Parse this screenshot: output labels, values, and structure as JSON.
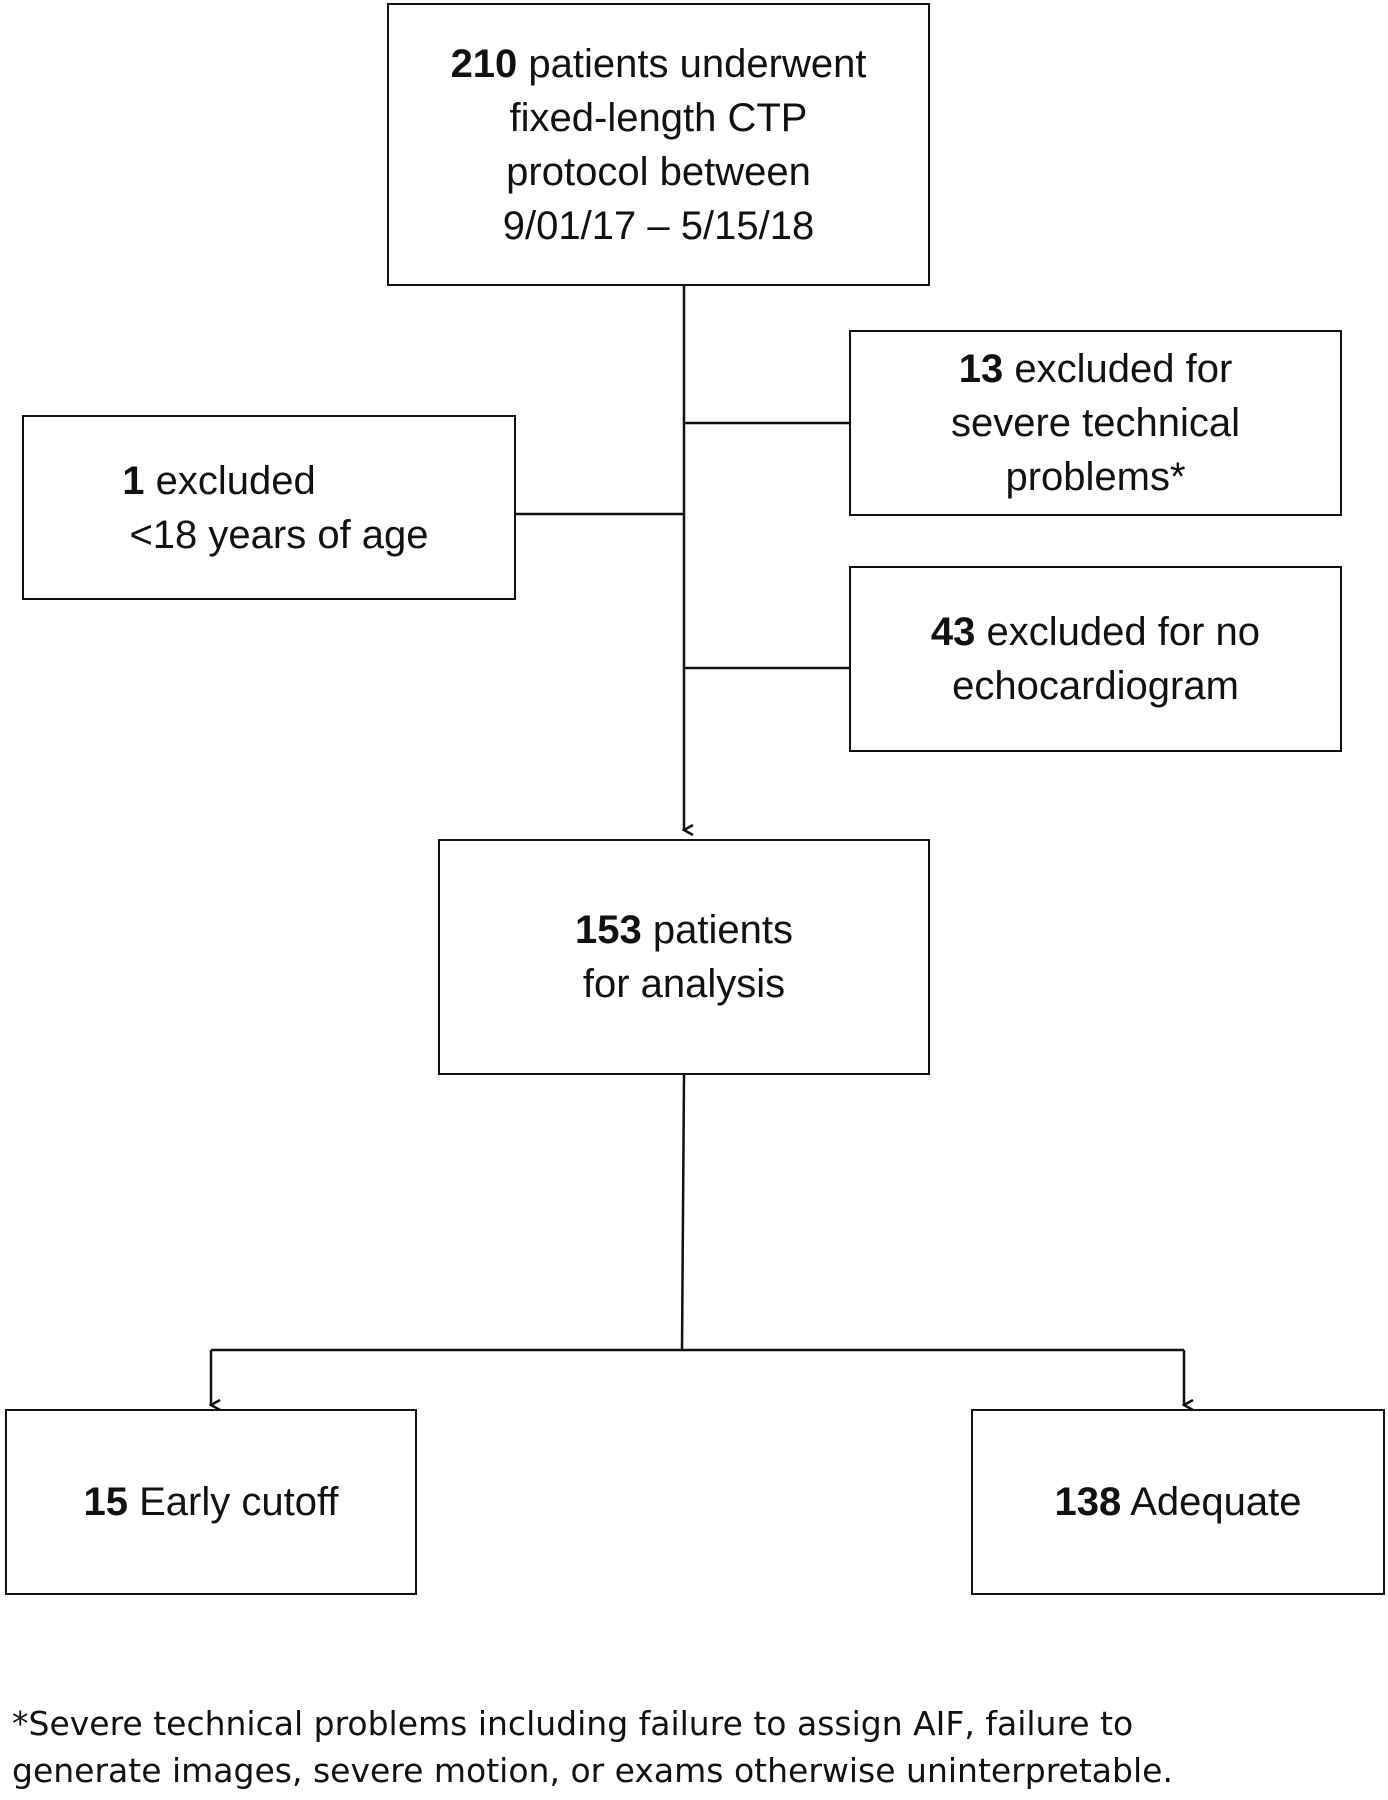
{
  "top_box": {
    "count": "210",
    "line1_rest": " patients underwent",
    "line2": "fixed-length CTP",
    "line3": "protocol between",
    "line4": "9/01/17 – 5/15/18"
  },
  "exclusion_technical": {
    "count": "13",
    "line1_rest": " excluded for",
    "line2": "severe technical",
    "line3": "problems*"
  },
  "exclusion_age": {
    "count": "1",
    "line1_rest": " excluded",
    "line2": "<18 years of age"
  },
  "exclusion_echo": {
    "count": "43",
    "line1_rest": " excluded for no",
    "line2": "echocardiogram"
  },
  "analysis_box": {
    "count": "153",
    "line1_rest": " patients",
    "line2": "for analysis"
  },
  "early_cutoff_box": {
    "count": "15",
    "label": " Early cutoff"
  },
  "adequate_box": {
    "count": "138",
    "label": " Adequate"
  },
  "footnote": {
    "line1": "*Severe technical problems including failure to assign AIF, failure to",
    "line2": "generate images, severe motion, or exams otherwise uninterpretable."
  }
}
